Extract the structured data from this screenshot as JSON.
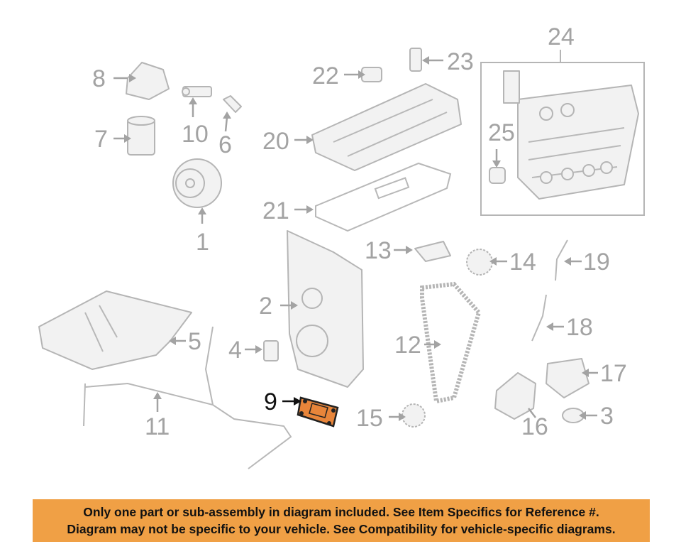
{
  "diagram": {
    "labels": {
      "p1": "1",
      "p2": "2",
      "p3": "3",
      "p4": "4",
      "p5": "5",
      "p6": "6",
      "p7": "7",
      "p8": "8",
      "p9": "9",
      "p10": "10",
      "p11": "11",
      "p12": "12",
      "p13": "13",
      "p14": "14",
      "p15": "15",
      "p16": "16",
      "p17": "17",
      "p18": "18",
      "p19": "19",
      "p20": "20",
      "p21": "21",
      "p22": "22",
      "p23": "23",
      "p24": "24",
      "p25": "25"
    },
    "highlight_part": "9",
    "colors": {
      "highlight_fill": "#e8853a",
      "banner_background": "#f0a045",
      "label_gray": "#a3a3a3"
    }
  },
  "banner": {
    "line1": "Only one part or sub-assembly in diagram included. See Item Specifics for Reference #.",
    "line2": "Diagram may not be specific to your vehicle. See Compatibility for vehicle-specific diagrams."
  }
}
